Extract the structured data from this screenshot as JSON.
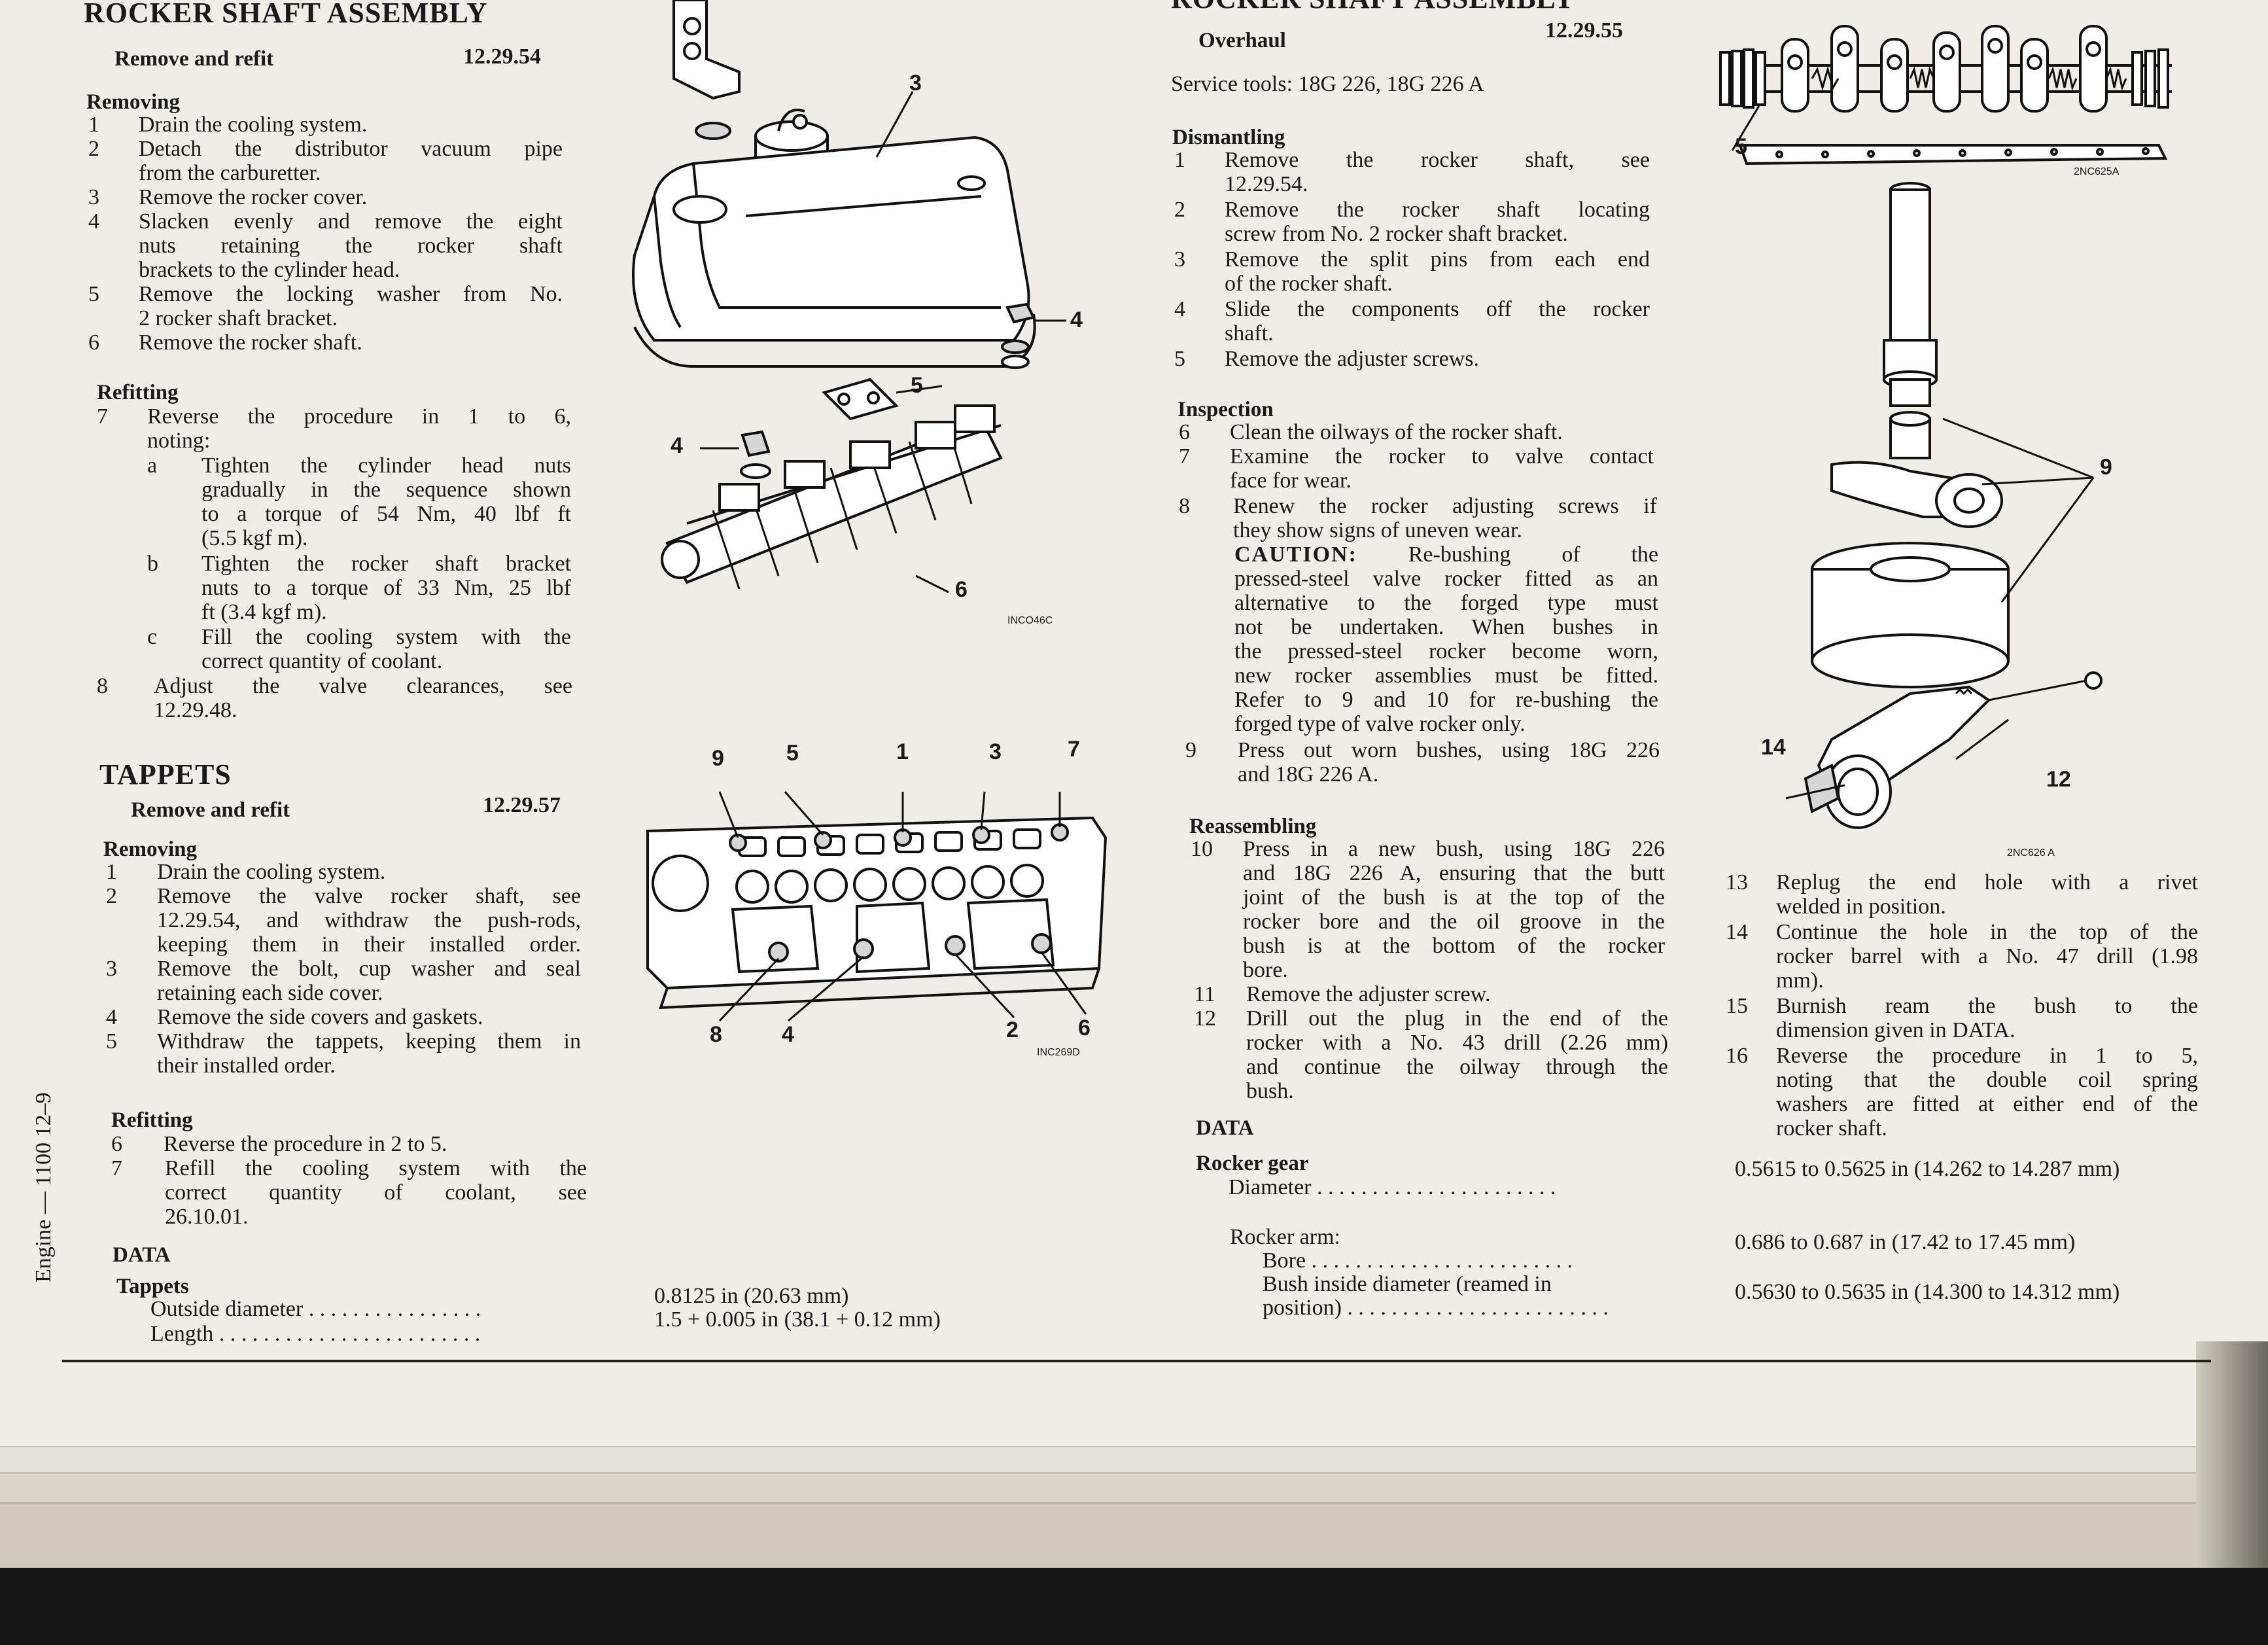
{
  "left": {
    "rocker": {
      "title": "ROCKER SHAFT ASSEMBLY",
      "sub": "Remove and refit",
      "ref": "12.29.54",
      "removing_head": "Removing",
      "removing": [
        [
          "1",
          "Drain the cooling system."
        ],
        [
          "2",
          "Detach the distributor vacuum pipe",
          "from the carburetter."
        ],
        [
          "3",
          "Remove the rocker cover."
        ],
        [
          "4",
          "Slacken evenly and remove the eight",
          "nuts retaining the rocker shaft",
          "brackets to the cylinder head."
        ],
        [
          "5",
          "Remove the locking washer from No.",
          "2 rocker shaft bracket."
        ],
        [
          "6",
          "Remove the rocker shaft."
        ]
      ],
      "refitting_head": "Refitting",
      "refit7": [
        "7",
        "Reverse the procedure in 1 to 6,",
        "noting:"
      ],
      "refit7_sub": [
        [
          "a",
          "Tighten the cylinder head nuts",
          "gradually in the sequence shown",
          "to a torque of 54 Nm, 40 lbf ft",
          "(5.5 kgf m)."
        ],
        [
          "b",
          "Tighten the rocker shaft bracket",
          "nuts to a torque of 33 Nm, 25 lbf",
          "ft (3.4 kgf m)."
        ],
        [
          "c",
          "Fill the cooling system with the",
          "correct quantity of coolant."
        ]
      ],
      "refit8": [
        "8",
        "Adjust the valve clearances, see",
        "12.29.48."
      ]
    },
    "tappets": {
      "title": "TAPPETS",
      "sub": "Remove and refit",
      "ref": "12.29.57",
      "removing_head": "Removing",
      "removing": [
        [
          "1",
          "Drain the cooling system."
        ],
        [
          "2",
          "Remove the valve rocker shaft, see",
          "12.29.54, and withdraw the push-rods,",
          "keeping them in their installed order."
        ],
        [
          "3",
          "Remove the bolt, cup washer and seal",
          "retaining each side cover."
        ],
        [
          "4",
          "Remove the side covers and gaskets."
        ],
        [
          "5",
          "Withdraw the tappets, keeping them in",
          "their installed order."
        ]
      ],
      "refitting_head": "Refitting",
      "refitting": [
        [
          "6",
          "Reverse the procedure in 2 to 5."
        ],
        [
          "7",
          "Refill the cooling system with the",
          "correct quantity of coolant, see",
          "26.10.01."
        ]
      ],
      "data_head": "DATA",
      "data_sub": "Tappets",
      "outside_label": "Outside diameter",
      "outside_value": "0.8125 in (20.63 mm)",
      "length_label": "Length",
      "length_value": "1.5 + 0.005 in (38.1 + 0.12 mm)"
    },
    "side_label": "Engine — 1100 12–9"
  },
  "figures": {
    "fig1_code": "INCO46C",
    "fig1_callouts": [
      "3",
      "4",
      "5",
      "4",
      "6"
    ],
    "fig2_code": "INC269D",
    "fig2_top": [
      "9",
      "5",
      "1",
      "3",
      "7"
    ],
    "fig2_bottom": [
      "8",
      "4",
      "2",
      "6"
    ],
    "fig3_code": "2NC625A",
    "fig3_callout": "5",
    "fig4_code": "2NC626 A",
    "fig4_callouts": [
      "9",
      "14",
      "12"
    ]
  },
  "right": {
    "title": "ROCKER SHAFT ASSEMBLY",
    "sub": "Overhaul",
    "ref": "12.29.55",
    "tools": "Service tools: 18G 226, 18G 226 A",
    "dismantling_head": "Dismantling",
    "dismantling": [
      [
        "1",
        "Remove the rocker shaft, see",
        "12.29.54."
      ],
      [
        "2",
        "Remove the rocker shaft locating",
        "screw from No. 2 rocker shaft bracket."
      ],
      [
        "3",
        "Remove the split pins from each end",
        "of the rocker shaft."
      ],
      [
        "4",
        "Slide the components off the rocker",
        "shaft."
      ],
      [
        "5",
        "Remove the adjuster screws."
      ]
    ],
    "inspection_head": "Inspection",
    "inspection": [
      [
        "6",
        "Clean the oilways of the rocker shaft."
      ],
      [
        "7",
        "Examine the rocker to valve contact",
        "face for wear."
      ],
      [
        "8",
        "Renew the rocker adjusting screws if",
        "they show signs of uneven wear."
      ]
    ],
    "caution_word": "CAUTION:",
    "caution_first": "Re-bushing of the",
    "caution_lines": [
      "pressed-steel valve rocker fitted as an",
      "alternative to the forged type must",
      "not be undertaken. When bushes in",
      "the pressed-steel rocker become worn,",
      "new rocker assemblies must be fitted.",
      "Refer to 9 and 10 for re-bushing the",
      "forged type of valve rocker only."
    ],
    "item9": [
      "9",
      "Press out worn bushes, using 18G 226",
      "and 18G 226 A."
    ],
    "reassembling_head": "Reassembling",
    "reassembling": [
      [
        "10",
        "Press in a new bush, using 18G 226",
        "and 18G 226 A, ensuring that the butt",
        "joint of the bush is at the top of the",
        "rocker bore and the oil groove in the",
        "bush is at the bottom of the rocker",
        "bore."
      ],
      [
        "11",
        "Remove the adjuster screw."
      ],
      [
        "12",
        "Drill out the plug in the end of the",
        "rocker with a No. 43 drill (2.26 mm)",
        "and continue the oilway through the",
        "bush."
      ]
    ],
    "far": [
      [
        "13",
        "Replug the end hole with a rivet",
        "welded in position."
      ],
      [
        "14",
        "Continue the hole in the top of the",
        "rocker barrel with a No. 47 drill (1.98",
        "mm)."
      ],
      [
        "15",
        "Burnish ream the bush to the",
        "dimension given in DATA."
      ],
      [
        "16",
        "Reverse the procedure in 1 to 5,",
        "noting that the double coil spring",
        "washers are fitted at either end of the",
        "rocker shaft."
      ]
    ],
    "data_head": "DATA",
    "gear_head": "Rocker gear",
    "diameter_label": "Diameter",
    "diameter_value": "0.5615 to 0.5625 in (14.262 to 14.287 mm)",
    "arm_head": "Rocker arm:",
    "bore_label": "Bore",
    "bore_value": "0.686 to 0.687 in (17.42 to 17.45 mm)",
    "bush_label1": "Bush inside diameter (reamed in",
    "bush_label2": "position)",
    "bush_value": "0.5630 to 0.5635 in (14.300 to 14.312 mm)"
  }
}
